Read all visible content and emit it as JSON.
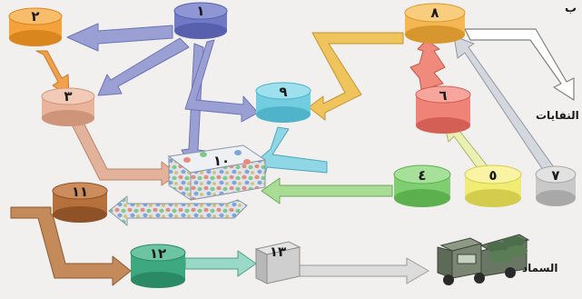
{
  "figure": {
    "corner_label": "ب",
    "waste_label": "النفايات",
    "compost_label": "السماد"
  },
  "nodes": [
    {
      "id": "1",
      "label": "١",
      "color": "#6f79c4",
      "shape": "cylinder"
    },
    {
      "id": "2",
      "label": "٢",
      "color": "#f4a33c",
      "shape": "cylinder"
    },
    {
      "id": "3",
      "label": "٣",
      "color": "#e9b49b",
      "shape": "cylinder"
    },
    {
      "id": "4",
      "label": "٤",
      "color": "#7fcf72",
      "shape": "cylinder"
    },
    {
      "id": "5",
      "label": "٥",
      "color": "#f1ec73",
      "shape": "cylinder"
    },
    {
      "id": "6",
      "label": "٦",
      "color": "#f08378",
      "shape": "cylinder"
    },
    {
      "id": "7",
      "label": "٧",
      "color": "#c9c9c9",
      "shape": "cylinder"
    },
    {
      "id": "8",
      "label": "٨",
      "color": "#f4b754",
      "shape": "cylinder"
    },
    {
      "id": "9",
      "label": "٩",
      "color": "#73cde0",
      "shape": "cylinder"
    },
    {
      "id": "10",
      "label": "١٠",
      "color": "#d8dde6",
      "shape": "box"
    },
    {
      "id": "11",
      "label": "١١",
      "color": "#b5703c",
      "shape": "cylinder"
    },
    {
      "id": "12",
      "label": "١٢",
      "color": "#3ea880",
      "shape": "cylinder"
    },
    {
      "id": "13",
      "label": "١٣",
      "color": "#cfcfcf",
      "shape": "box"
    }
  ],
  "icons": {
    "truck": "truck-icon"
  }
}
